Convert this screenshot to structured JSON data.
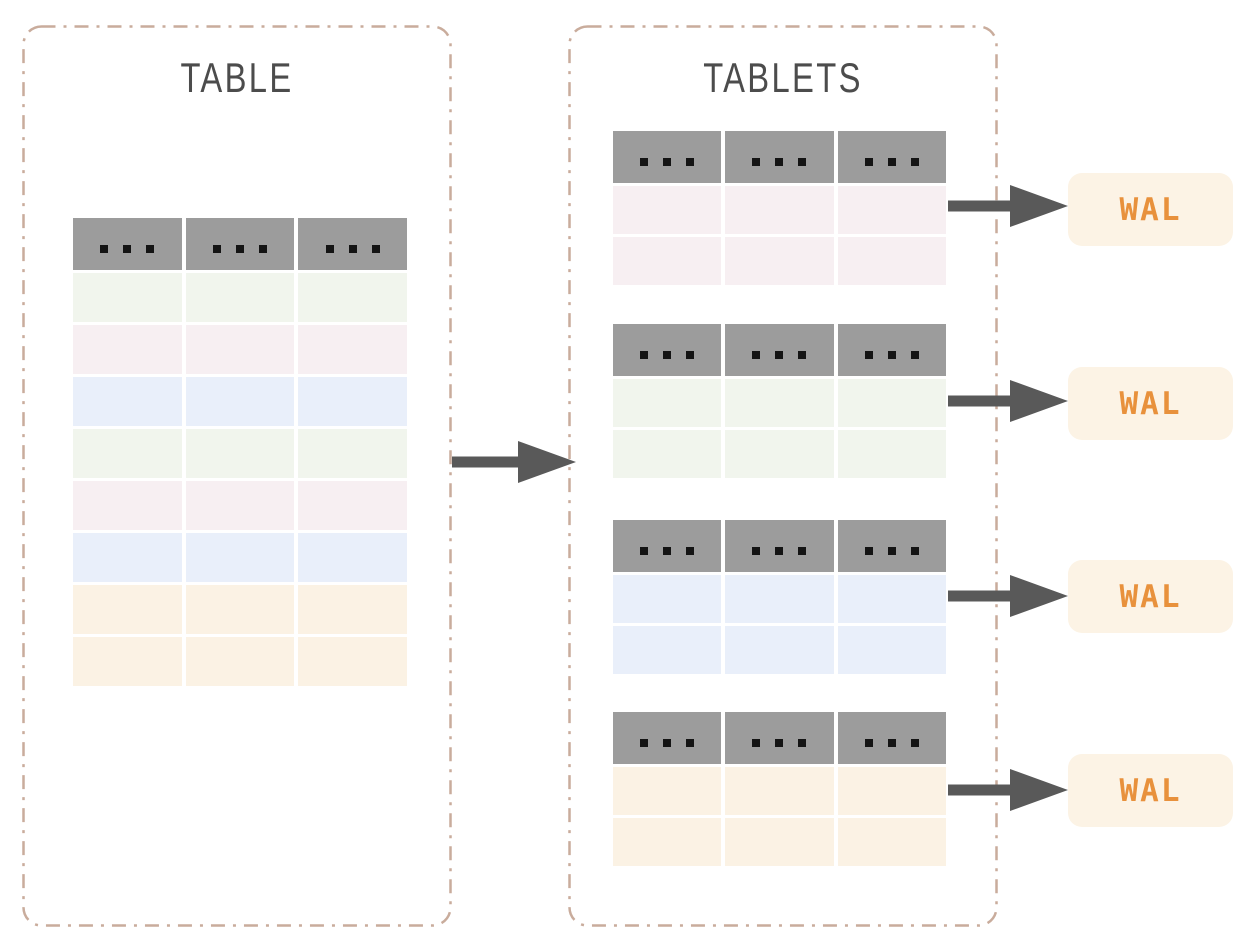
{
  "table_panel": {
    "title": "TABLE",
    "columns": 3,
    "row_colors": [
      "green",
      "pink",
      "blue",
      "green",
      "pink",
      "blue",
      "orange",
      "orange"
    ]
  },
  "tablets_panel": {
    "title": "TABLETS",
    "tablets": [
      {
        "id": "tablet-1",
        "row_color": "pink",
        "row_count": 2,
        "wal": {
          "label": "WAL"
        }
      },
      {
        "id": "tablet-2",
        "row_color": "green",
        "row_count": 2,
        "wal": {
          "label": "WAL"
        }
      },
      {
        "id": "tablet-3",
        "row_color": "blue",
        "row_count": 2,
        "wal": {
          "label": "WAL"
        }
      },
      {
        "id": "tablet-4",
        "row_color": "orange",
        "row_count": 2,
        "wal": {
          "label": "WAL"
        }
      }
    ]
  },
  "table_style": {
    "dots_per_header_cell": 3
  },
  "palette": {
    "green": "#f1f5ed",
    "pink": "#f7eff2",
    "blue": "#e9effa",
    "orange": "#fbf2e4",
    "header_gray": "#9c9c9c",
    "dot_black": "#141414",
    "wal_bg": "#fcf3e5",
    "wal_text": "#e8913c",
    "arrow": "#595959",
    "panel_border": "#c9ac9c",
    "title_text": "#4c4c4c"
  }
}
